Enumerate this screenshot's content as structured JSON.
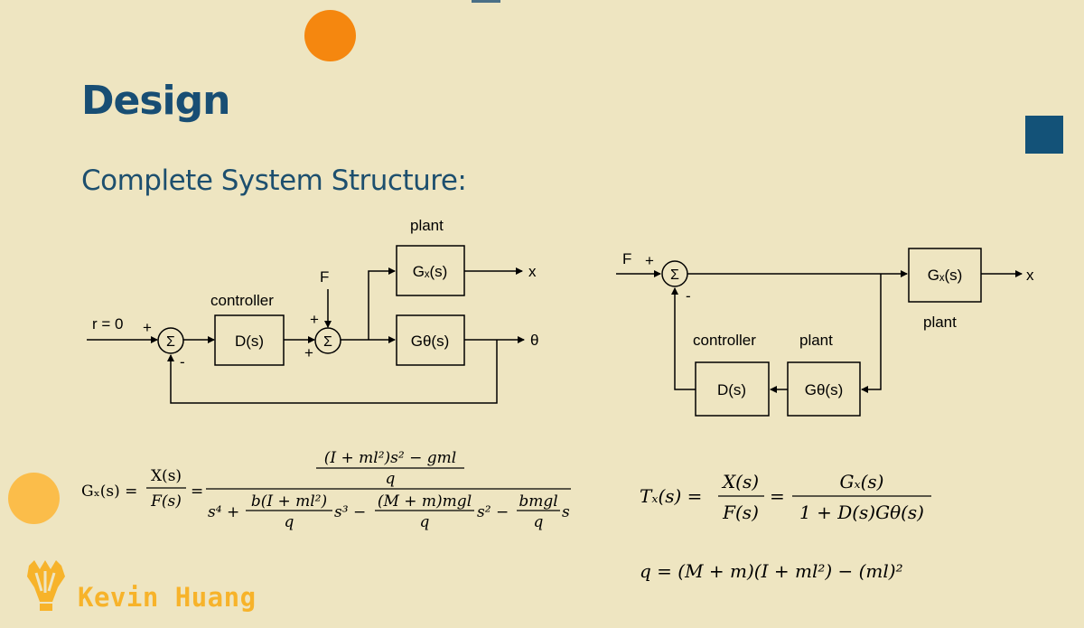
{
  "slide": {
    "title": "Design",
    "subtitle": "Complete System Structure:",
    "brand": "Kevin Huang"
  },
  "colors": {
    "background": "#eee5c1",
    "title": "#184e74",
    "accent_orange": "#f5870f",
    "accent_yellow": "#fbbd4a",
    "accent_square": "#135278",
    "brand": "#f7b32a"
  },
  "icons": [
    "orange-dot",
    "yellow-dot",
    "blue-square",
    "brand-logo-icon"
  ],
  "diagram_left": {
    "input_label": "r = 0",
    "sum_symbol": "Σ",
    "sum1_plus": "+",
    "sum1_minus": "-",
    "controller_label": "controller",
    "controller_block": "D(s)",
    "disturbance_label": "F",
    "sum2_plus_top": "+",
    "sum2_plus_bottom": "+",
    "plant_label": "plant",
    "gx_block": "Gₓ(s)",
    "gtheta_block": "Gθ(s)",
    "output_x": "x",
    "output_theta": "θ"
  },
  "diagram_right": {
    "input_label": "F",
    "sum_plus": "+",
    "sum_minus": "-",
    "sum_symbol": "Σ",
    "gx_block": "Gₓ(s)",
    "output_x": "x",
    "plant_label_top": "plant",
    "controller_label": "controller",
    "plant_label_bottom": "plant",
    "controller_block": "D(s)",
    "gtheta_block": "Gθ(s)"
  },
  "equations": {
    "gx": {
      "lhs": "Gₓ(s) =",
      "ratio_num": "X(s)",
      "ratio_den": "F(s)",
      "equals": "=",
      "num_num": "(I + ml²)s² − gml",
      "num_den": "q",
      "den_s4": "s⁴ +",
      "den_frac1_num": "b(I + ml²)",
      "den_frac1_den": "q",
      "den_s3": "s³ −",
      "den_frac2_num": "(M + m)mgl",
      "den_frac2_den": "q",
      "den_s2": "s² −",
      "den_frac3_num": "bmgl",
      "den_frac3_den": "q",
      "den_s": "s"
    },
    "tx": {
      "lhs": "Tₓ(s) =",
      "ratio_num": "X(s)",
      "ratio_den": "F(s)",
      "equals": "=",
      "num": "Gₓ(s)",
      "den": "1 + D(s)Gθ(s)"
    },
    "q": "q = (M + m)(I + ml²) − (ml)²"
  }
}
